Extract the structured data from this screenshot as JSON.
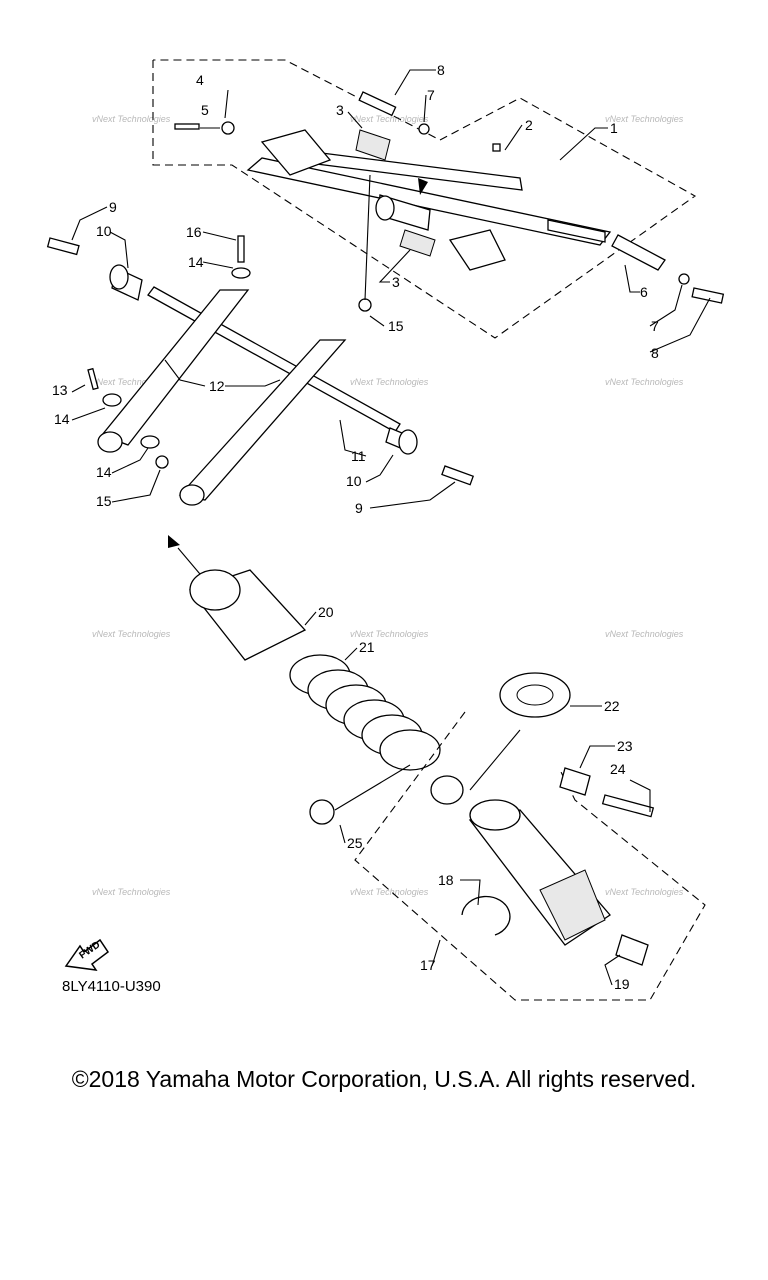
{
  "callouts": [
    "1",
    "2",
    "3",
    "3",
    "4",
    "5",
    "6",
    "7",
    "7",
    "8",
    "8",
    "9",
    "9",
    "10",
    "10",
    "11",
    "12",
    "13",
    "14",
    "14",
    "14",
    "15",
    "15",
    "16",
    "17",
    "18",
    "19",
    "20",
    "21",
    "22",
    "23",
    "24",
    "25"
  ],
  "watermark": "vNext Technologies",
  "fwd_label": "FWD",
  "diagram_code": "8LY4110-U390",
  "copyright": "©2018 Yamaha Motor Corporation, U.S.A. All rights reserved."
}
